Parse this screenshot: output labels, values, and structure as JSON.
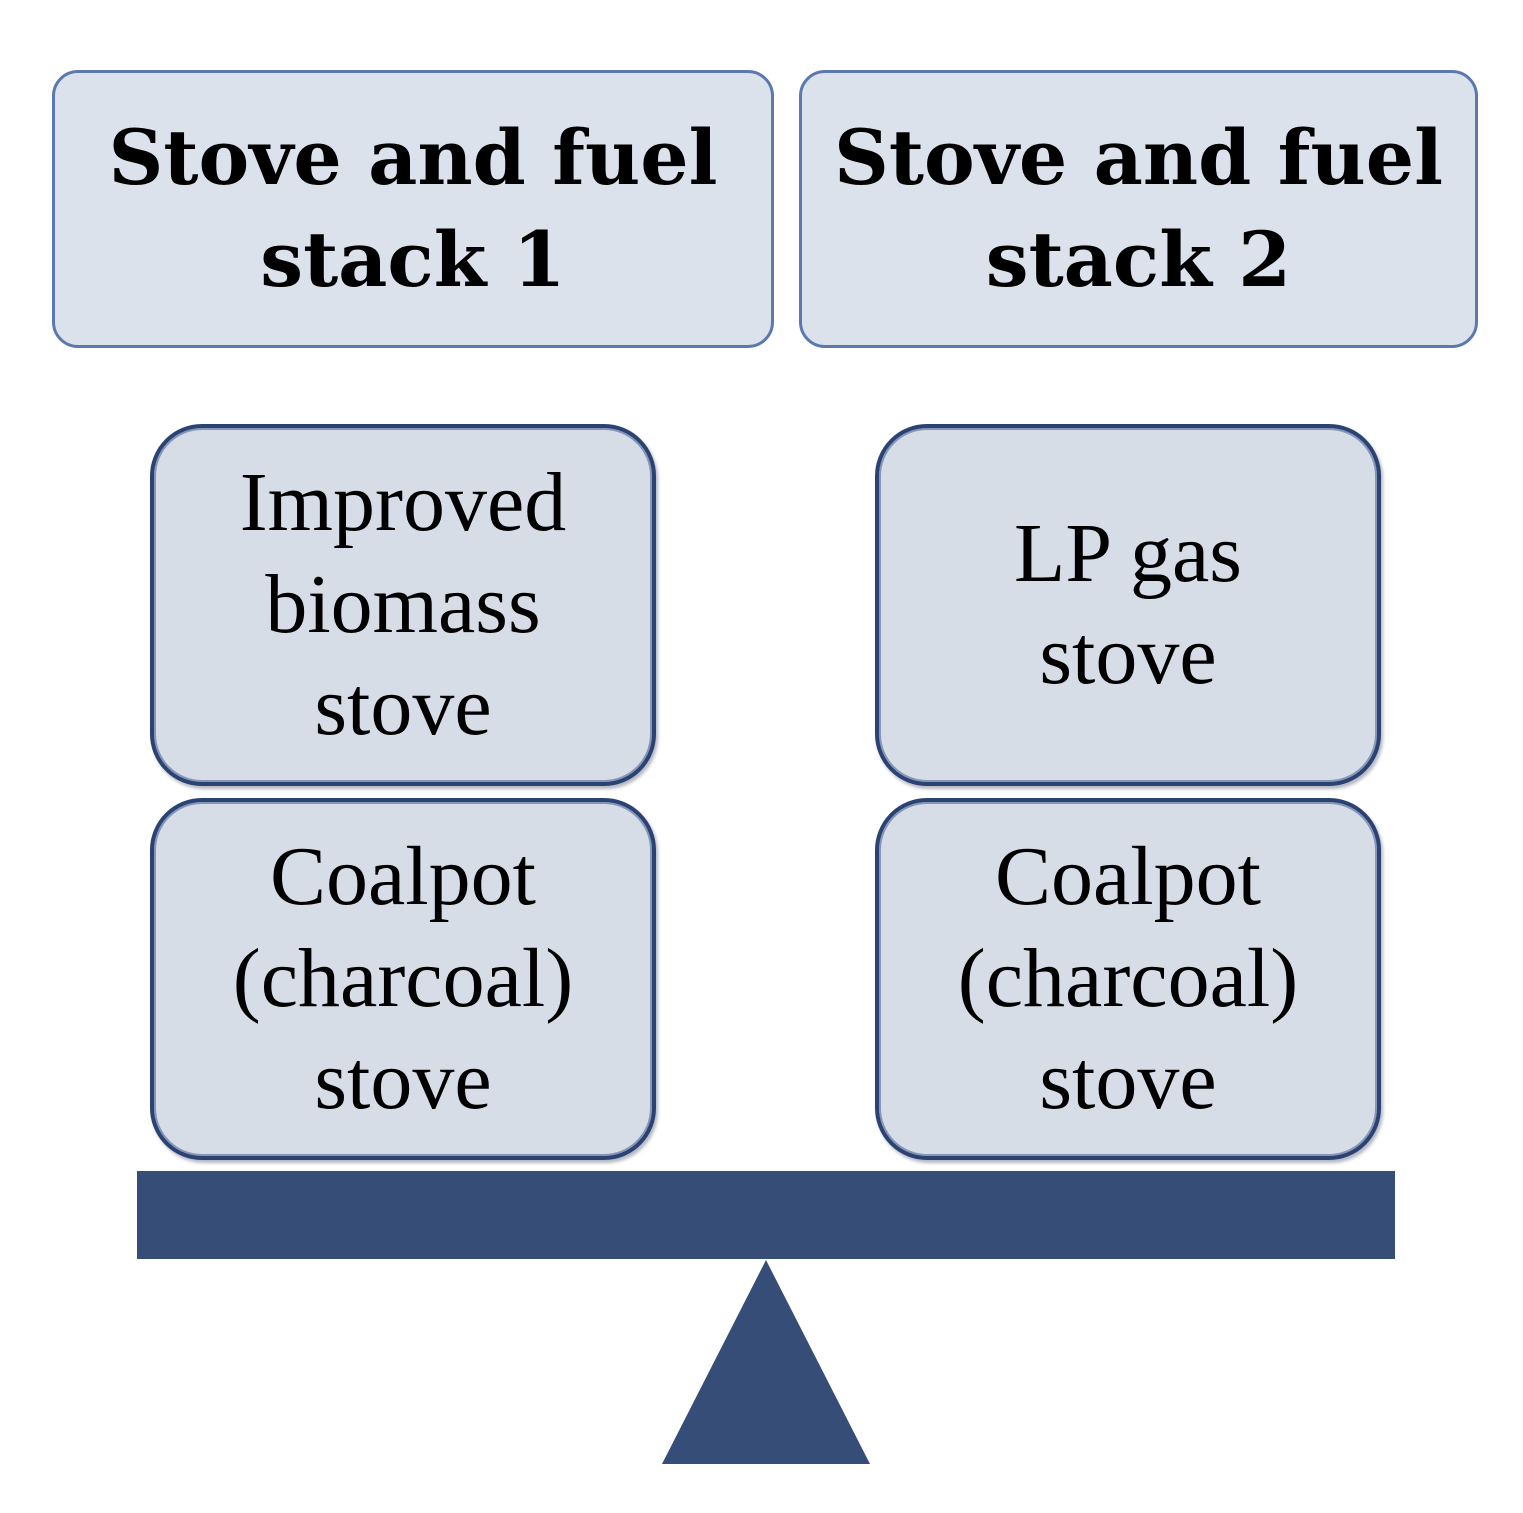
{
  "stacks": [
    {
      "header": [
        "Stove and fuel",
        "stack 1"
      ],
      "top_stove": [
        "Improved",
        "biomass",
        "stove"
      ],
      "bottom_stove": [
        "Coalpot",
        "(charcoal)",
        "stove"
      ]
    },
    {
      "header": [
        "Stove and fuel",
        "stack 2"
      ],
      "top_stove": [
        "LP gas",
        "stove"
      ],
      "bottom_stove": [
        "Coalpot",
        "(charcoal)",
        "stove"
      ]
    }
  ],
  "colors": {
    "header_fill": "#dce2ec",
    "header_border": "#5b79b0",
    "box_fill": "#d6dde7",
    "box_border": "#2b4373",
    "scale": "#364e77"
  }
}
